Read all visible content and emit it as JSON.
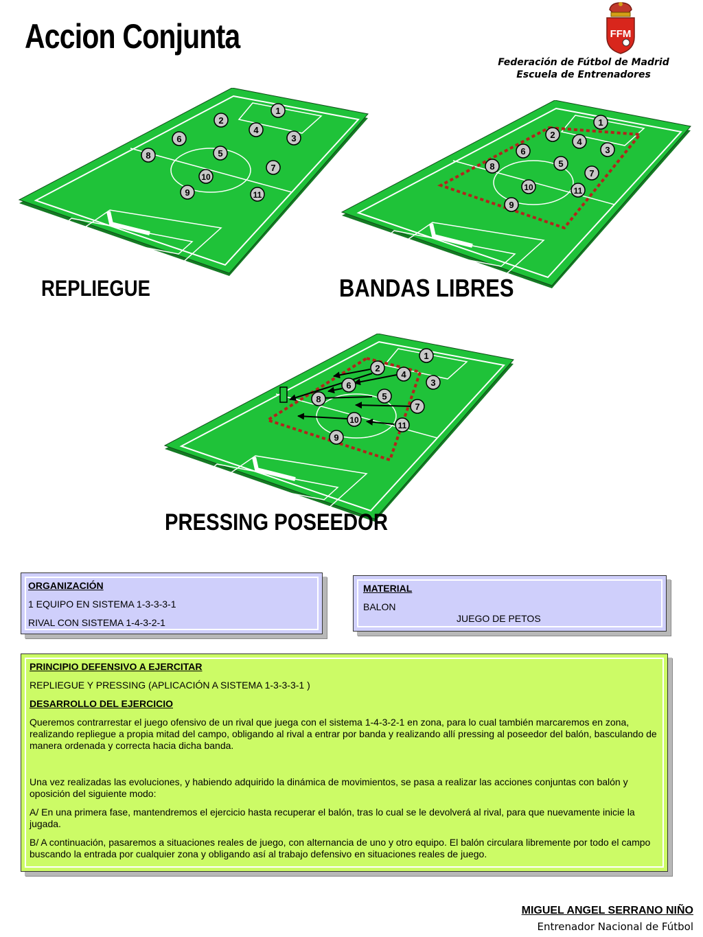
{
  "header": {
    "title": "Accion Conjunta",
    "federation_line1": "Federación de Fútbol de Madrid",
    "federation_line2": "Escuela de Entrenadores",
    "crest_text": "FFM"
  },
  "diagrams": [
    {
      "label": "REPLIEGUE",
      "players": [
        "1",
        "2",
        "3",
        "4",
        "5",
        "6",
        "7",
        "8",
        "9",
        "10",
        "11"
      ]
    },
    {
      "label": "BANDAS LIBRES",
      "players": [
        "1",
        "2",
        "3",
        "4",
        "5",
        "6",
        "7",
        "8",
        "9",
        "10",
        "11"
      ]
    },
    {
      "label": "PRESSING POSEEDOR",
      "players": [
        "1",
        "2",
        "3",
        "4",
        "5",
        "6",
        "7",
        "8",
        "9",
        "10",
        "11"
      ]
    }
  ],
  "colors": {
    "pitch": "#1fc239",
    "pitch_dark": "#157a24",
    "player_fill": "#c8c8c8",
    "zone_line": "#b4231c",
    "organizacion_bg": "#cfcffb",
    "desarrollo_bg": "#ccfb66"
  },
  "organizacion": {
    "heading": "ORGANIZACIÓN",
    "line1": "1 EQUIPO EN SISTEMA 1-3-3-3-1",
    "line2": "RIVAL CON SISTEMA 1-4-3-2-1"
  },
  "material": {
    "heading": "MATERIAL",
    "line1": "BALON",
    "line2": "JUEGO DE PETOS"
  },
  "principio": {
    "heading": "PRINCIPIO DEFENSIVO A EJERCITAR",
    "text": "REPLIEGUE Y PRESSING (APLICACIÓN A SISTEMA 1-3-3-3-1 )",
    "dev_heading": "DESARROLLO DEL EJERCICIO",
    "p1": "Queremos contrarrestar el juego ofensivo de un rival que juega con el sistema 1-4-3-2-1 en zona, para lo cual también marcaremos en zona, realizando repliegue a propia mitad del campo, obligando al rival a entrar por banda y realizando allí pressing al poseedor del balón, basculando de manera ordenada y correcta hacia dicha banda.",
    "p2": "Una vez realizadas las evoluciones, y habiendo adquirido la dinámica de movimientos, se pasa a realizar las acciones conjuntas con balón y oposición del siguiente modo:",
    "p3": "A/ En una primera fase, mantendremos el ejercicio hasta recuperar el balón, tras lo cual se le devolverá al rival, para que nuevamente inicie la jugada.",
    "p4": "B/ A continuación, pasaremos a situaciones reales de juego, con alternancia de uno y otro equipo. El balón circulara libremente por todo el campo buscando la entrada por cualquier zona y obligando así al trabajo defensivo en situaciones reales de juego."
  },
  "footer": {
    "author": "MIGUEL ANGEL SERRANO NIÑO",
    "role": "Entrenador Nacional de Fútbol"
  }
}
